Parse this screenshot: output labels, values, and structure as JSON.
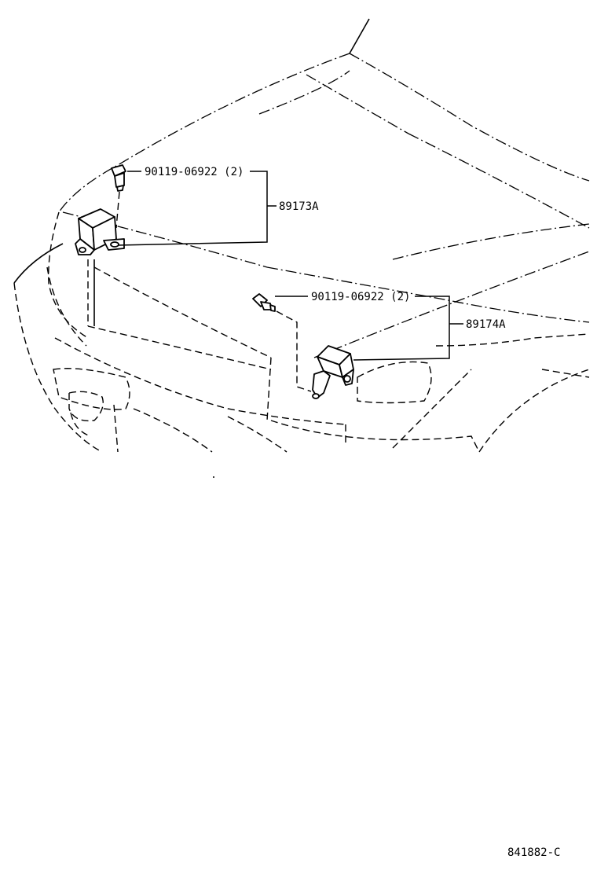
{
  "diagram": {
    "callouts": {
      "bolt_left": "90119-06922 (2)",
      "assembly_left": "89173A",
      "bolt_right": "90119-06922 (2)",
      "assembly_right": "89174A"
    },
    "drawing_code": "841882-C"
  }
}
